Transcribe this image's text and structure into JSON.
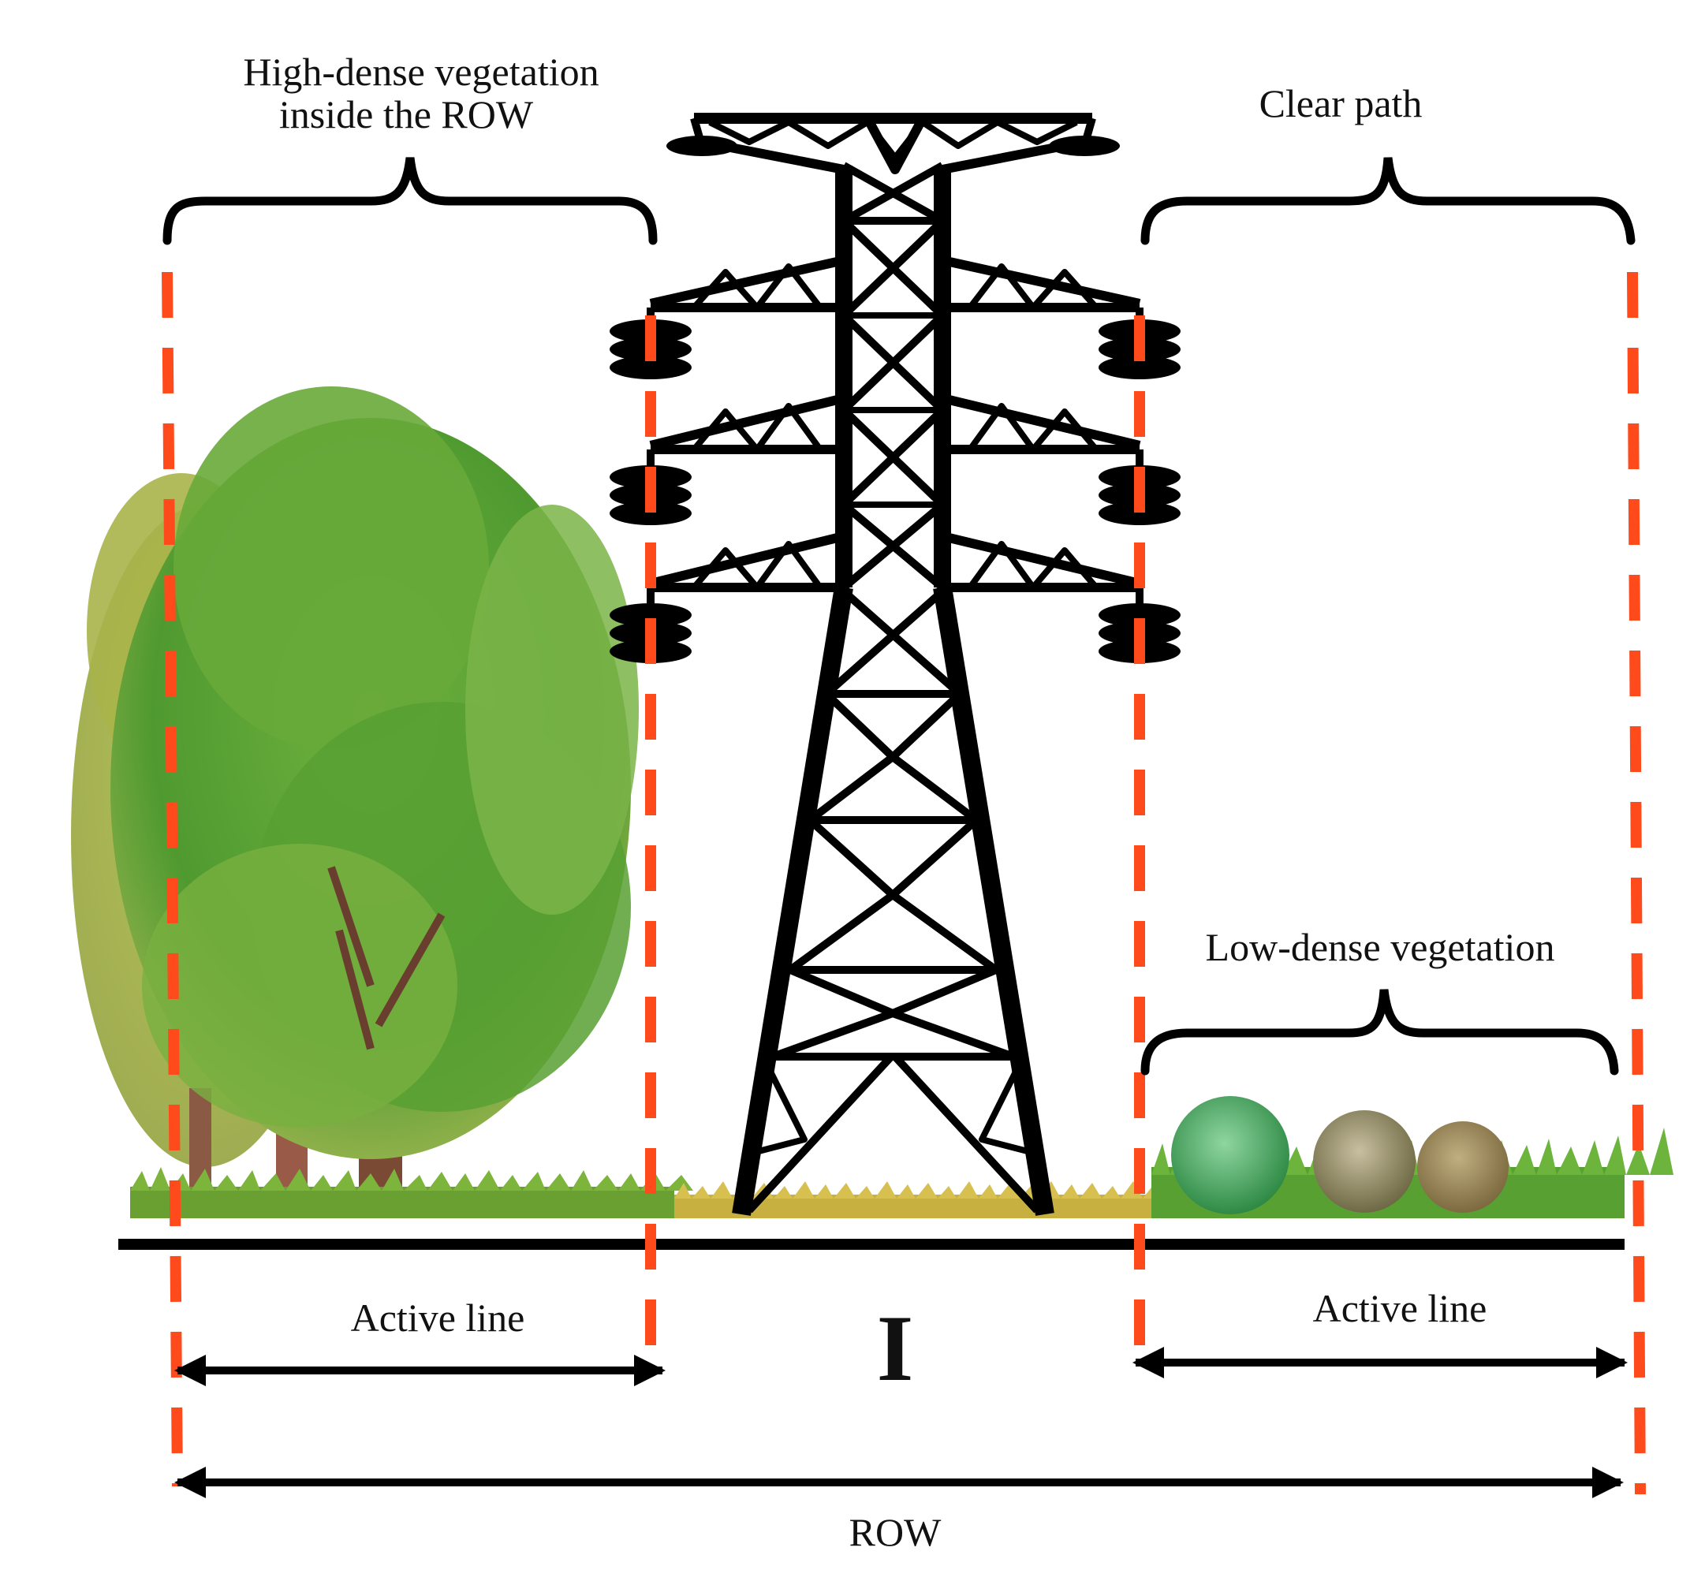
{
  "labels": {
    "high_dense": [
      "High-dense vegetation",
      "inside the ROW"
    ],
    "clear_path": "Clear path",
    "low_dense": "Low-dense vegetation",
    "active_line_left": "Active line",
    "active_line_right": "Active line",
    "row": "ROW",
    "center_marker": "I"
  },
  "colors": {
    "boundary_dash": "#ff4a1c",
    "structure": "#000000",
    "tree_foliage": "#5a9a35",
    "tree_foliage_light": "#9cb848",
    "trunk": "#7a4a35",
    "grass": "#6aa032",
    "dry_grass": "#c8b040",
    "shrub_green": "#3e9a55",
    "shrub_brown": "#8a7a55"
  },
  "icons": [
    "transmission-tower-icon",
    "tree-icon",
    "shrub-icon",
    "grass-icon",
    "curly-brace-icon",
    "double-arrow-icon"
  ]
}
